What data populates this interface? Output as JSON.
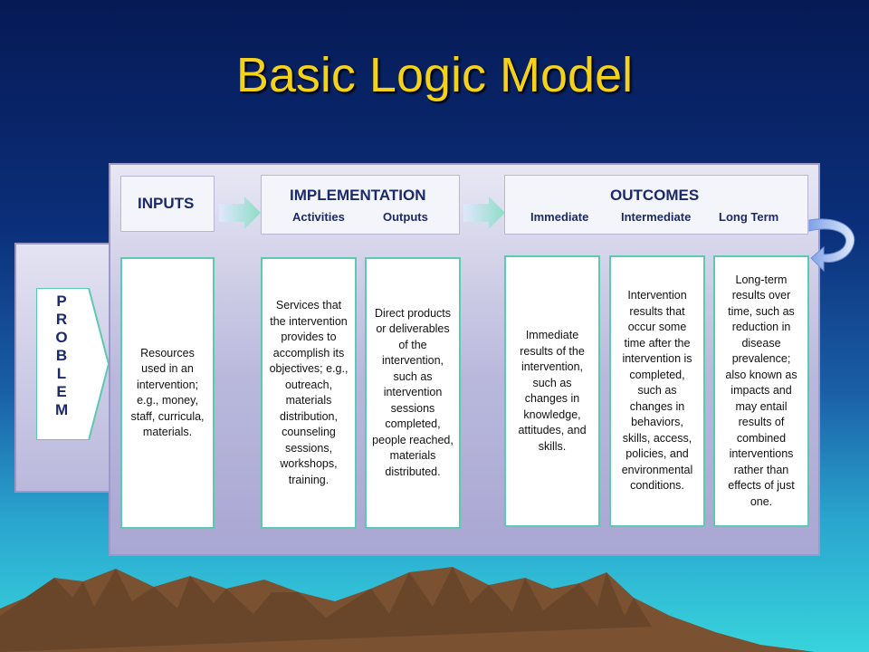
{
  "title": "Basic Logic Model",
  "inputs": {
    "label": "INPUTS"
  },
  "implementation": {
    "label": "IMPLEMENTATION",
    "sub_activities": "Activities",
    "sub_outputs": "Outputs"
  },
  "outcomes": {
    "label": "OUTCOMES",
    "sub_immediate": "Immediate",
    "sub_intermediate": "Intermediate",
    "sub_long": "Long Term"
  },
  "problem": {
    "label": "PROBLEM"
  },
  "boxes": {
    "inputs": "Resources used in an intervention; e.g., money, staff, curricula, materials.",
    "activities": "Services that the intervention provides to accomplish its objectives; e.g., outreach, materials distribution, counseling sessions, workshops, training.",
    "outputs": "Direct products or deliverables of the intervention, such as intervention sessions completed, people reached, materials distributed.",
    "immediate": "Immediate results of the intervention, such as changes in knowledge, attitudes, and skills.",
    "intermediate": "Intervention results that occur some time after the intervention is completed, such as changes in behaviors, skills, access, policies, and environmental conditions.",
    "long_term": "Long-term results over time, such as reduction in disease prevalence; also known as impacts and may entail results of combined interventions rather than effects of just one."
  }
}
